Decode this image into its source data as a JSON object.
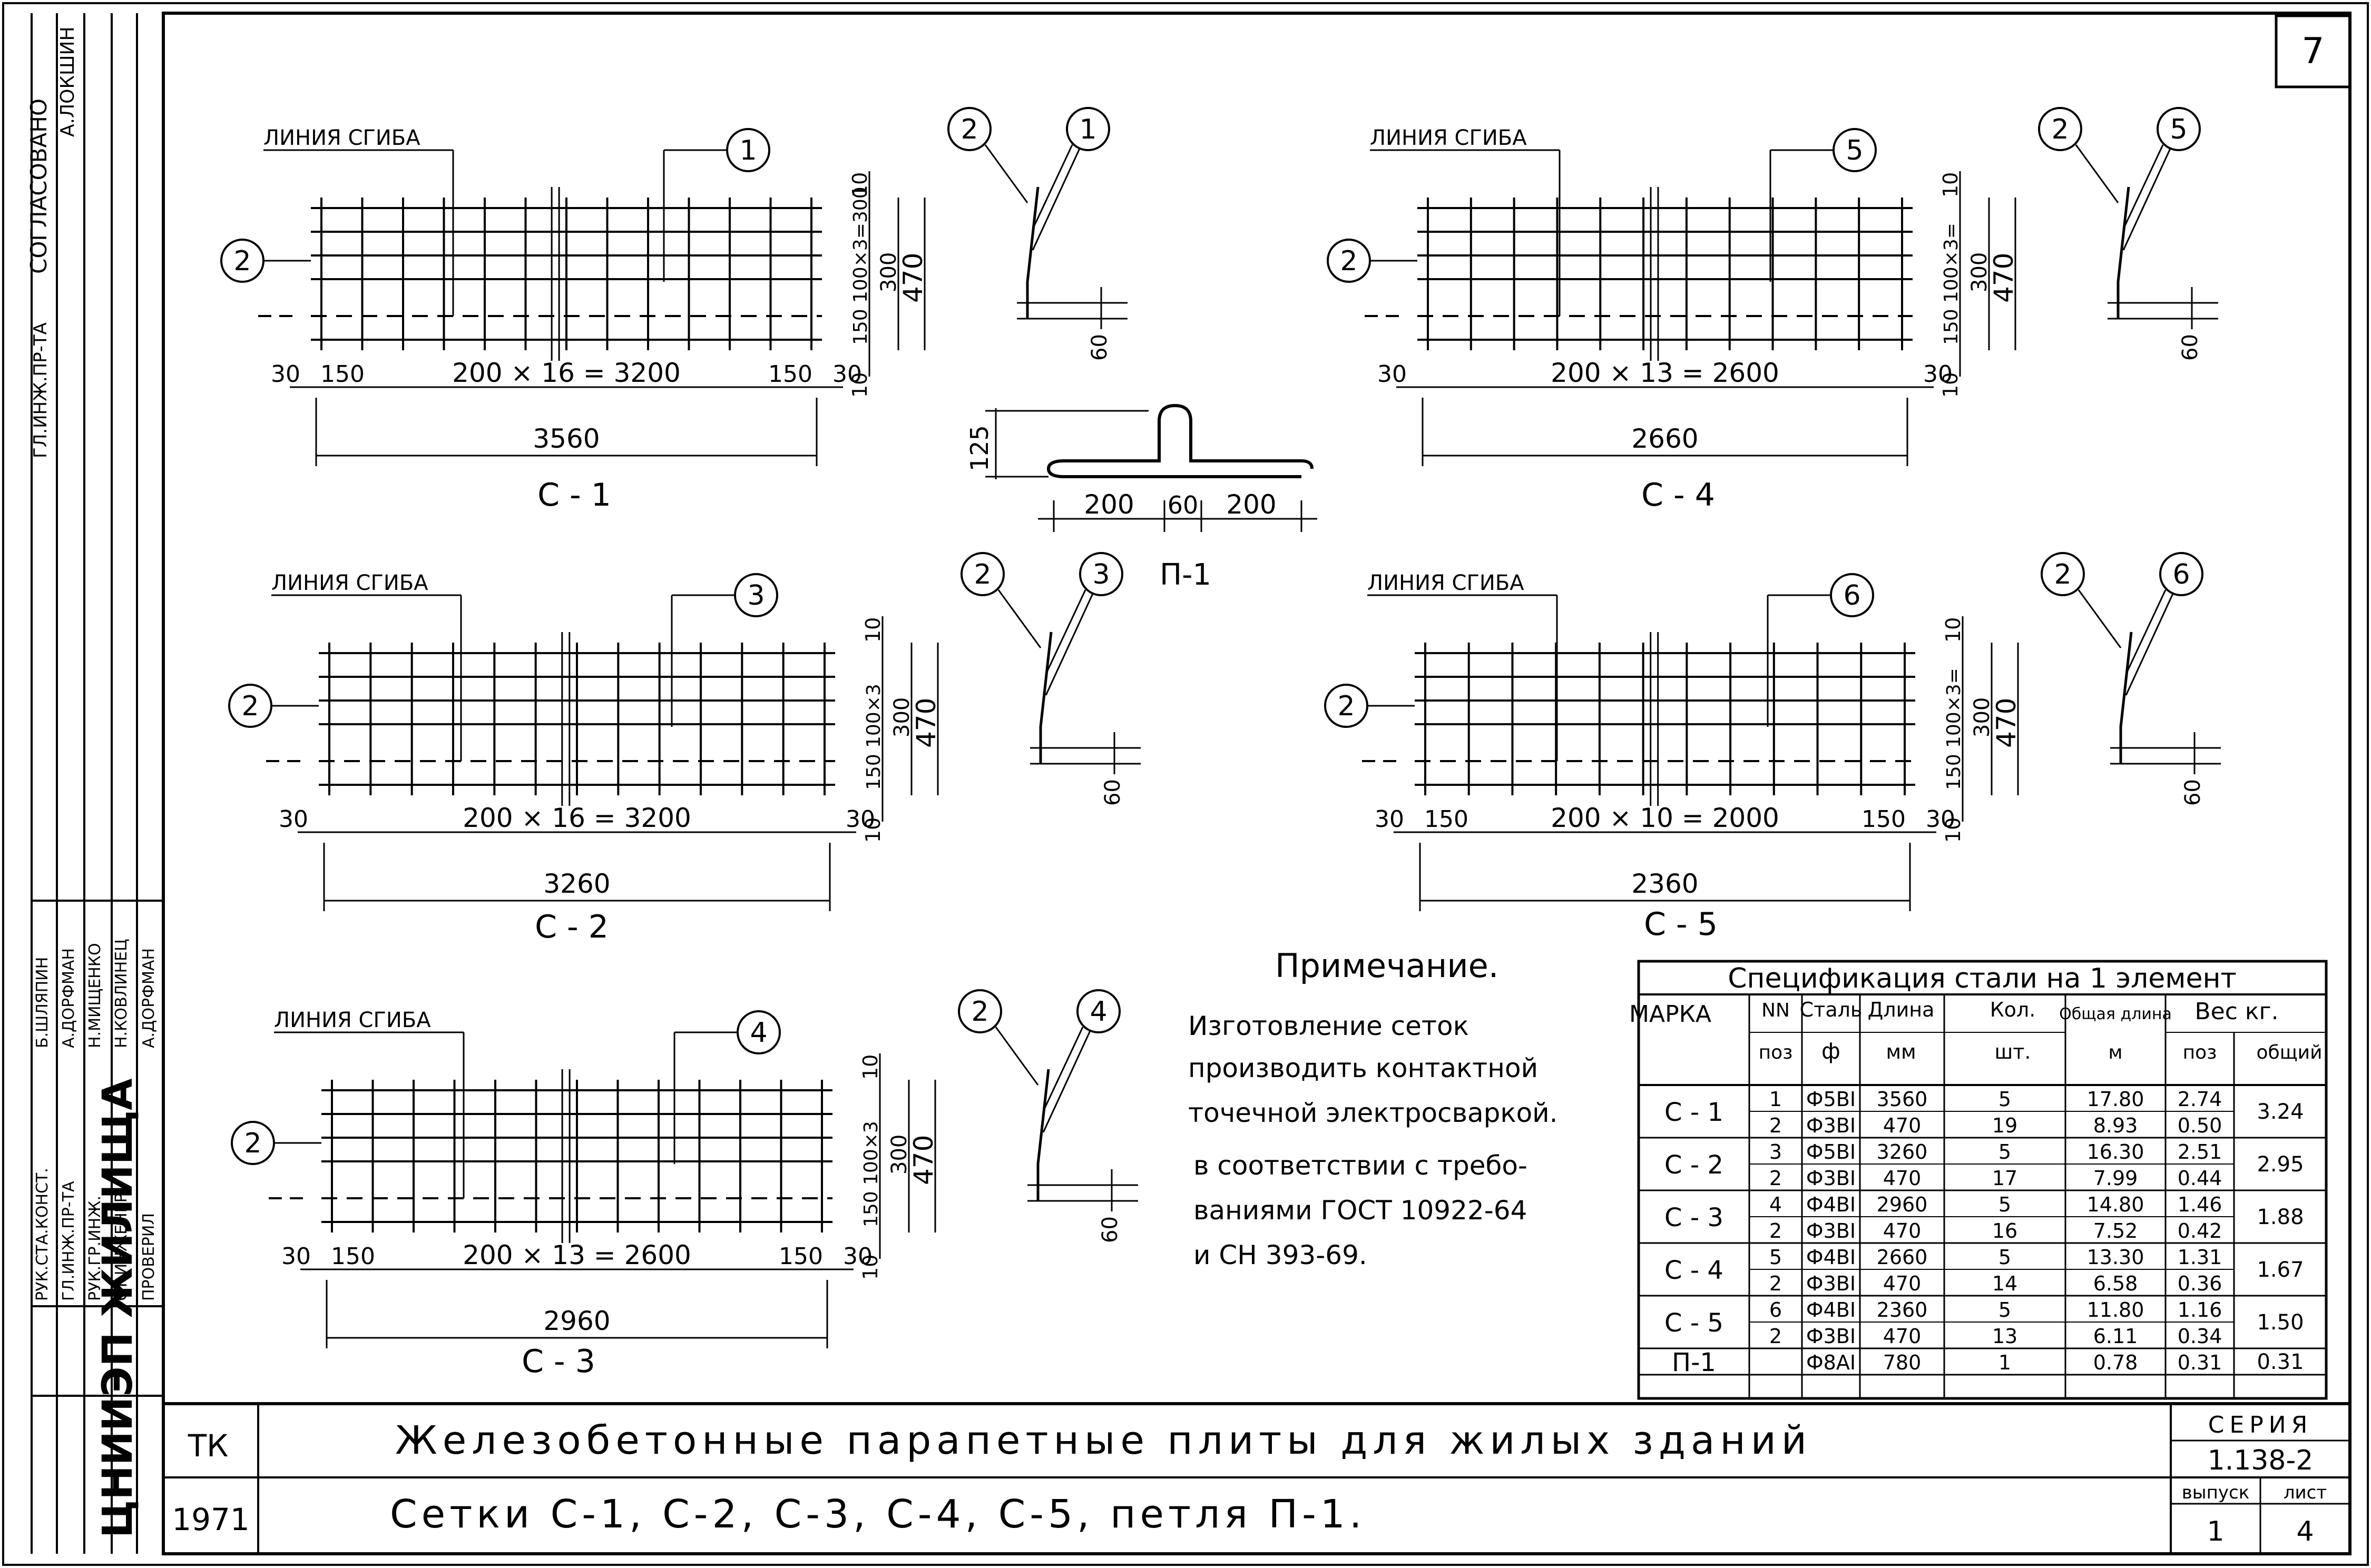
{
  "sheet_number": "7",
  "meshes": [
    {
      "label": "С - 1",
      "bend_label": "ЛИНИЯ СГИБА",
      "bar_pos": "1",
      "wire_pos": "2",
      "top_dim": "200 × 16 = 3200",
      "left_edge": "30",
      "left_inner": "150",
      "right_inner": "150",
      "right_edge": "30",
      "overall": "3560",
      "v_top": "10",
      "v_mid": "100×3=300",
      "v_bot": "150",
      "v_edge": "10",
      "v_total": "470",
      "v_alt": "300",
      "hook": "60"
    },
    {
      "label": "С - 2",
      "bend_label": "ЛИНИЯ СГИБА",
      "bar_pos": "3",
      "wire_pos": "2",
      "top_dim": "200 × 16 = 3200",
      "left_edge": "30",
      "left_inner": "",
      "right_inner": "",
      "right_edge": "30",
      "overall": "3260",
      "v_top": "10",
      "v_mid": "100×3",
      "v_bot": "150",
      "v_edge": "10",
      "v_total": "470",
      "v_alt": "300",
      "hook": "60"
    },
    {
      "label": "С - 3",
      "bend_label": "ЛИНИЯ СГИБА",
      "bar_pos": "4",
      "wire_pos": "2",
      "top_dim": "200 × 13 = 2600",
      "left_edge": "30",
      "left_inner": "150",
      "right_inner": "150",
      "right_edge": "30",
      "overall": "2960",
      "v_top": "10",
      "v_mid": "100×3",
      "v_bot": "150",
      "v_edge": "10",
      "v_total": "470",
      "v_alt": "300",
      "hook": "60"
    },
    {
      "label": "С - 4",
      "bend_label": "ЛИНИЯ СГИБА",
      "bar_pos": "5",
      "wire_pos": "2",
      "top_dim": "200 × 13 = 2600",
      "left_edge": "30",
      "left_inner": "",
      "right_inner": "",
      "right_edge": "30",
      "overall": "2660",
      "v_top": "10",
      "v_mid": "100×3=",
      "v_bot": "150",
      "v_edge": "10",
      "v_total": "470",
      "v_alt": "300",
      "hook": "60"
    },
    {
      "label": "С - 5",
      "bend_label": "ЛИНИЯ СГИБА",
      "bar_pos": "6",
      "wire_pos": "2",
      "top_dim": "200 × 10 = 2000",
      "left_edge": "30",
      "left_inner": "150",
      "right_inner": "150",
      "right_edge": "30",
      "overall": "2360",
      "v_top": "10",
      "v_mid": "100×3=",
      "v_bot": "150",
      "v_edge": "10",
      "v_total": "470",
      "v_alt": "300",
      "hook": "60"
    }
  ],
  "loop": {
    "label": "П-1",
    "height": "125",
    "left": "200",
    "mid": "60",
    "right": "200"
  },
  "note": {
    "title": "Примечание.",
    "lines": [
      "Изготовление сеток",
      "производить контактной",
      "точечной электросваркой.",
      "в соответствии с требо-",
      "ваниями ГОСТ 10922-64",
      "и СН 393-69."
    ]
  },
  "spec_table": {
    "title": "Спецификация стали на 1 элемент",
    "headers": {
      "marka": "МАРКА",
      "pos_top": "NN",
      "pos_bot": "поз",
      "steel_top": "Сталь",
      "steel_bot": "ф",
      "length_top": "Длина",
      "length_bot": "мм",
      "qty_top": "Кол.",
      "qty_bot": "шт.",
      "total_top": "Общая длина",
      "total_bot": "м",
      "weight": "Вес кг.",
      "weight_pos": "поз",
      "weight_total": "общий"
    },
    "groups": [
      {
        "marka": "С - 1",
        "total": "3.24",
        "rows": [
          [
            "1",
            "Ф5ВI",
            "3560",
            "5",
            "17.80",
            "2.74"
          ],
          [
            "2",
            "Ф3ВI",
            "470",
            "19",
            "8.93",
            "0.50"
          ]
        ]
      },
      {
        "marka": "С - 2",
        "total": "2.95",
        "rows": [
          [
            "3",
            "Ф5ВI",
            "3260",
            "5",
            "16.30",
            "2.51"
          ],
          [
            "2",
            "Ф3ВI",
            "470",
            "17",
            "7.99",
            "0.44"
          ]
        ]
      },
      {
        "marka": "С - 3",
        "total": "1.88",
        "rows": [
          [
            "4",
            "Ф4ВI",
            "2960",
            "5",
            "14.80",
            "1.46"
          ],
          [
            "2",
            "Ф3ВI",
            "470",
            "16",
            "7.52",
            "0.42"
          ]
        ]
      },
      {
        "marka": "С - 4",
        "total": "1.67",
        "rows": [
          [
            "5",
            "Ф4ВI",
            "2660",
            "5",
            "13.30",
            "1.31"
          ],
          [
            "2",
            "Ф3ВI",
            "470",
            "14",
            "6.58",
            "0.36"
          ]
        ]
      },
      {
        "marka": "С - 5",
        "total": "1.50",
        "rows": [
          [
            "6",
            "Ф4ВI",
            "2360",
            "5",
            "11.80",
            "1.16"
          ],
          [
            "2",
            "Ф3ВI",
            "470",
            "13",
            "6.11",
            "0.34"
          ]
        ]
      },
      {
        "marka": "П-1",
        "total": "0.31",
        "rows": [
          [
            "",
            "Ф8АI",
            "780",
            "1",
            "0.78",
            "0.31"
          ]
        ]
      }
    ]
  },
  "title_block": {
    "tk": "ТК",
    "year": "1971",
    "title": "Железобетонные парапетные плиты для жилых зданий",
    "subtitle": "Сетки С-1, С-2, С-3, С-4, С-5, петля П-1.",
    "series_label": "СЕРИЯ",
    "series": "1.138-2",
    "issue_label": "выпуск",
    "issue": "1",
    "sheet_label": "лист",
    "sheet": "4"
  },
  "side_stamp": {
    "approved": "СОГЛАСОВАНО",
    "approved_role": "ГЛ.ИНЖ.ПР-ТА",
    "approved_name": "А.ЛОКШИН",
    "org": "ЦНИИЭП ЖИЛИЩА",
    "roles": [
      "РУК.СТА.КОНСТ.",
      "ГЛ.ИНЖ.ПР-ТА",
      "РУК.ГР.ИНЖ.",
      "СТ.ИНЖЕНЕР",
      "ПРОВЕРИЛ"
    ],
    "names": [
      "Б.ШЛЯПИН",
      "А.ДОРФМАН",
      "Н.МИЩЕНКО",
      "Н.КОВЛИНЕЦ",
      "А.ДОРФМАН"
    ]
  }
}
